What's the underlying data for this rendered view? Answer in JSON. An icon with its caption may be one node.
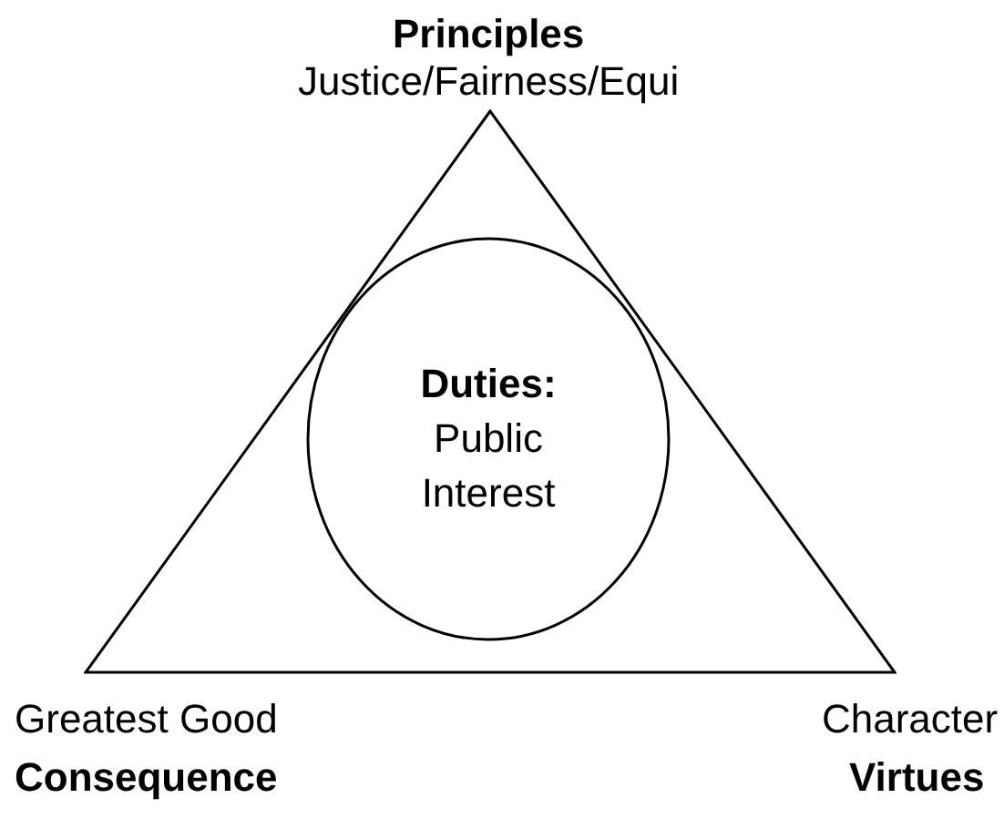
{
  "diagram": {
    "nodes": [
      {
        "text": [],
        "shape": "triangle"
      },
      {
        "text": [
          "Duties:",
          "Public Interest"
        ],
        "in": 0
      }
    ],
    "edges": [],
    "labels": [
      "Principles",
      "Justice/Fairness/Equi",
      "Greatest Good",
      "Consequence",
      "Character",
      "Virtues"
    ]
  }
}
